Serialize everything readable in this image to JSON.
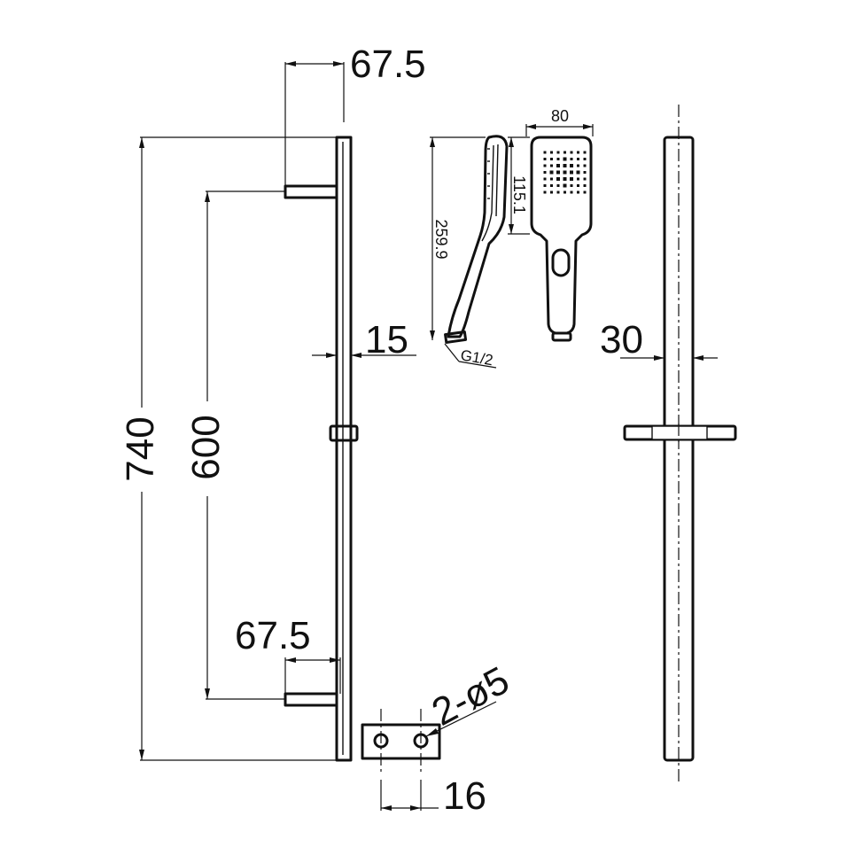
{
  "dimensions": {
    "top_bracket_depth": "67.5",
    "bottom_bracket_depth": "67.5",
    "rail_length": "740",
    "bracket_spacing": "600",
    "rail_diameter_side": "15",
    "rail_diameter_front": "30",
    "bracket_width": "16",
    "fixing_holes": "2-ø5",
    "handset_length": "259.9",
    "handset_head_width": "80",
    "handset_head_height": "115.1",
    "thread_size": "G1/2"
  },
  "icons": {
    "rail_side": "rail-side-view-icon",
    "rail_front": "rail-front-view-icon",
    "handset_side": "handset-side-view-icon",
    "handset_front": "handset-front-view-icon",
    "wall_plate": "wall-plate-icon"
  }
}
